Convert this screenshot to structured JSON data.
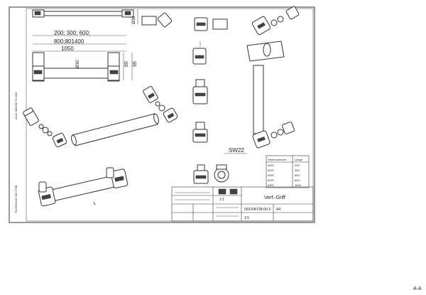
{
  "dimensions": {
    "lengths_top": "200; 300; 600;",
    "lengths_bottom": "800;801400",
    "overall": "1050",
    "diameter": "Ø30",
    "height_60": "60",
    "height_95": "95",
    "pipe_dia_top": "Ø30"
  },
  "callouts": {
    "wrench": "SW22",
    "bottom_label": "L"
  },
  "length_table": {
    "headers": [
      "Seriennummer",
      "Länge"
    ],
    "rows": [
      [
        "6GR..",
        "200"
      ],
      [
        "6GR..",
        "300"
      ],
      [
        "6GR..",
        "600"
      ],
      [
        "6GR..",
        "800"
      ],
      [
        "6GR..",
        "1400"
      ]
    ]
  },
  "title_block": {
    "title": "Verf.-Griff",
    "drawing_number": "003-RR728-00-3",
    "scale": "1:1",
    "size": "A4",
    "sheet": "1/1"
  },
  "corner_label": "A-A",
  "margin_notes": {
    "left_upper": "ALLE MASSE IN MM",
    "left_lower": "TOLERANZ ISO 2768"
  }
}
